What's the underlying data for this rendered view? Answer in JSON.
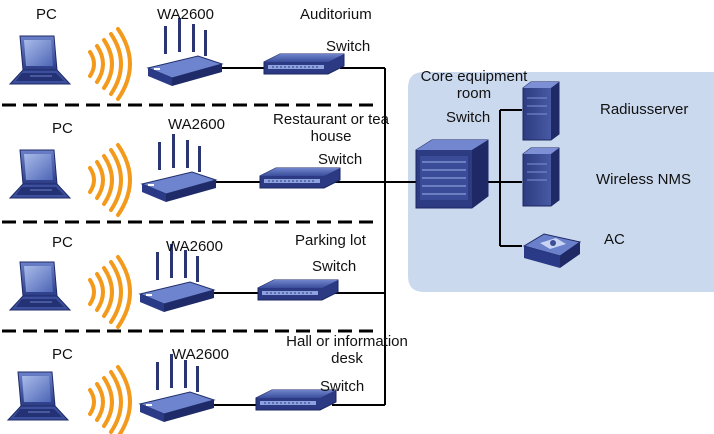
{
  "rows": [
    {
      "pc": "PC",
      "ap": "WA2600",
      "location": "Auditorium",
      "switch": "Switch"
    },
    {
      "pc": "PC",
      "ap": "WA2600",
      "location": "Restaurant or tea house",
      "switch": "Switch"
    },
    {
      "pc": "PC",
      "ap": "WA2600",
      "location": "Parking lot",
      "switch": "Switch"
    },
    {
      "pc": "PC",
      "ap": "WA2600",
      "location": "Hall or information desk",
      "switch": "Switch"
    }
  ],
  "core": {
    "title": "Core equipment room",
    "switch": "Switch"
  },
  "servers": {
    "radius": "Radiusserver",
    "nms": "Wireless NMS",
    "ac": "AC"
  },
  "colors": {
    "core_area": "#cbd9ee",
    "device": "#3c4e96",
    "device_dark": "#24306a",
    "signal": "#f39a1c",
    "line": "#000000"
  }
}
